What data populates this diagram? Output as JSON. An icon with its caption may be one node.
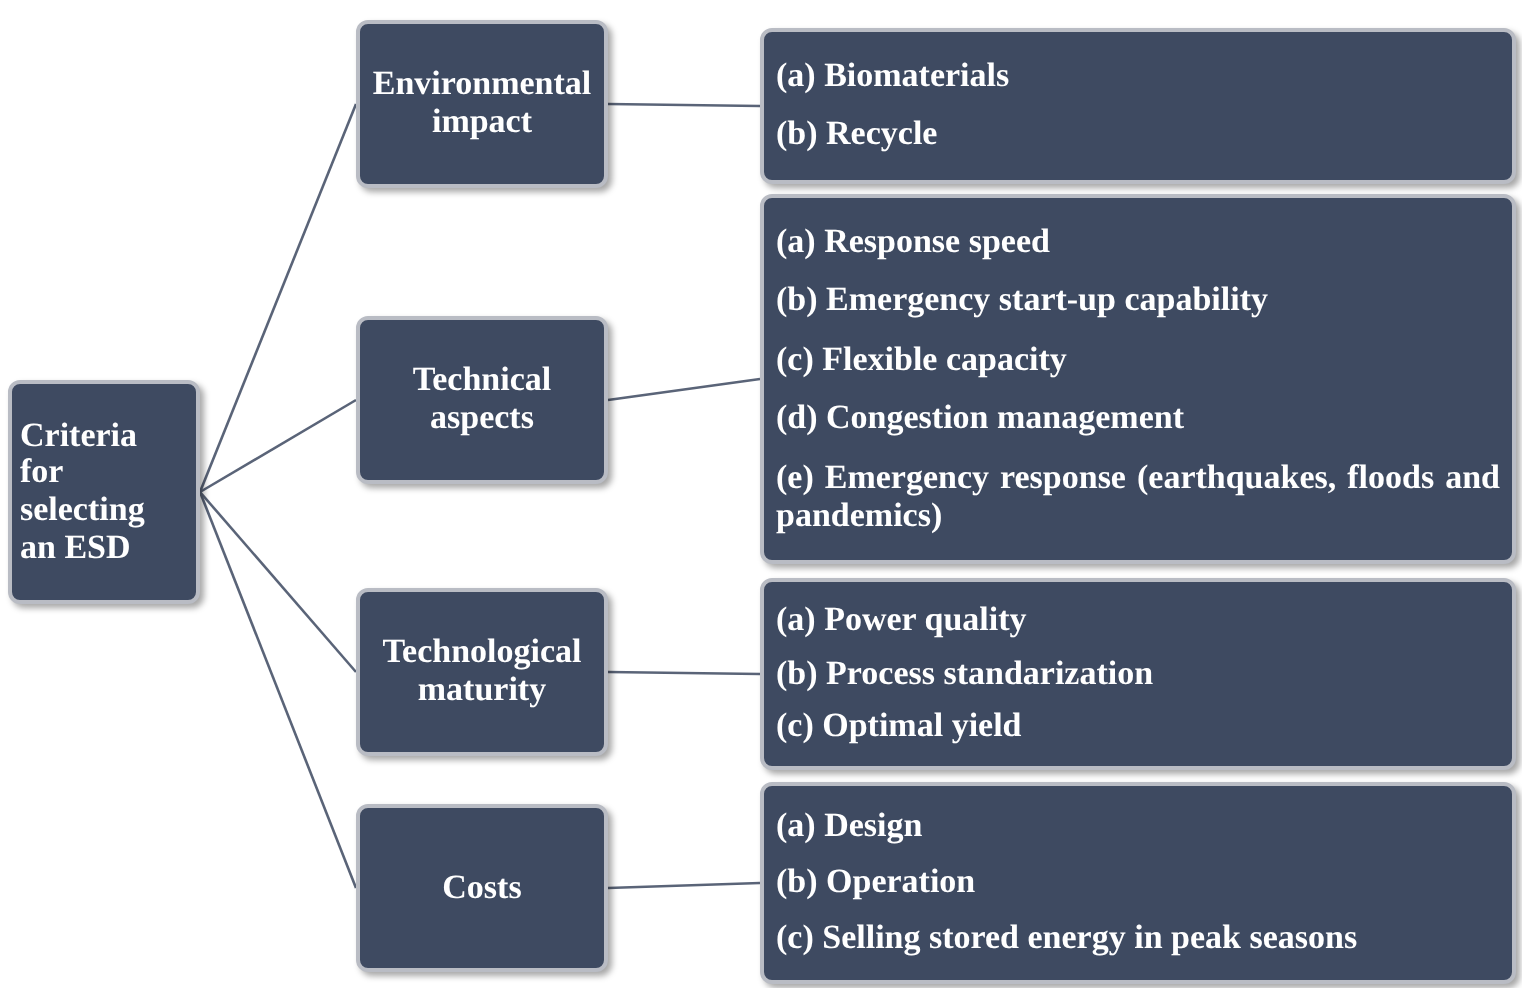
{
  "diagram": {
    "nodes": [
      {
        "text": [
          "Criteria for selecting an ESD"
        ]
      },
      {
        "text": [
          "Environmental impact"
        ]
      },
      {
        "text": [
          "Technical aspects"
        ]
      },
      {
        "text": [
          "Technological maturity"
        ]
      },
      {
        "text": [
          "Costs"
        ]
      },
      {
        "text": [
          "(a) Biomaterials",
          "(b) Recycle"
        ]
      },
      {
        "text": [
          "(a) Response speed",
          "(b) Emergency start-up capability",
          "(c) Flexible capacity",
          "(d) Congestion management",
          "(e) Emergency response (earthquakes, floods and pandemics)"
        ]
      },
      {
        "text": [
          "(a) Power quality",
          "(b) Process standarization",
          "(c) Optimal yield"
        ]
      },
      {
        "text": [
          "(a) Design",
          "(b) Operation",
          "(c) Selling stored energy in peak seasons"
        ]
      }
    ],
    "edges": [
      {
        "from": 0,
        "to": 1,
        "arrow": "none"
      },
      {
        "from": 0,
        "to": 2,
        "arrow": "none"
      },
      {
        "from": 0,
        "to": 3,
        "arrow": "none"
      },
      {
        "from": 0,
        "to": 4,
        "arrow": "none"
      },
      {
        "from": 1,
        "to": 5,
        "arrow": "none"
      },
      {
        "from": 2,
        "to": 6,
        "arrow": "none"
      },
      {
        "from": 3,
        "to": 7,
        "arrow": "none"
      },
      {
        "from": 4,
        "to": 8,
        "arrow": "none"
      }
    ]
  }
}
